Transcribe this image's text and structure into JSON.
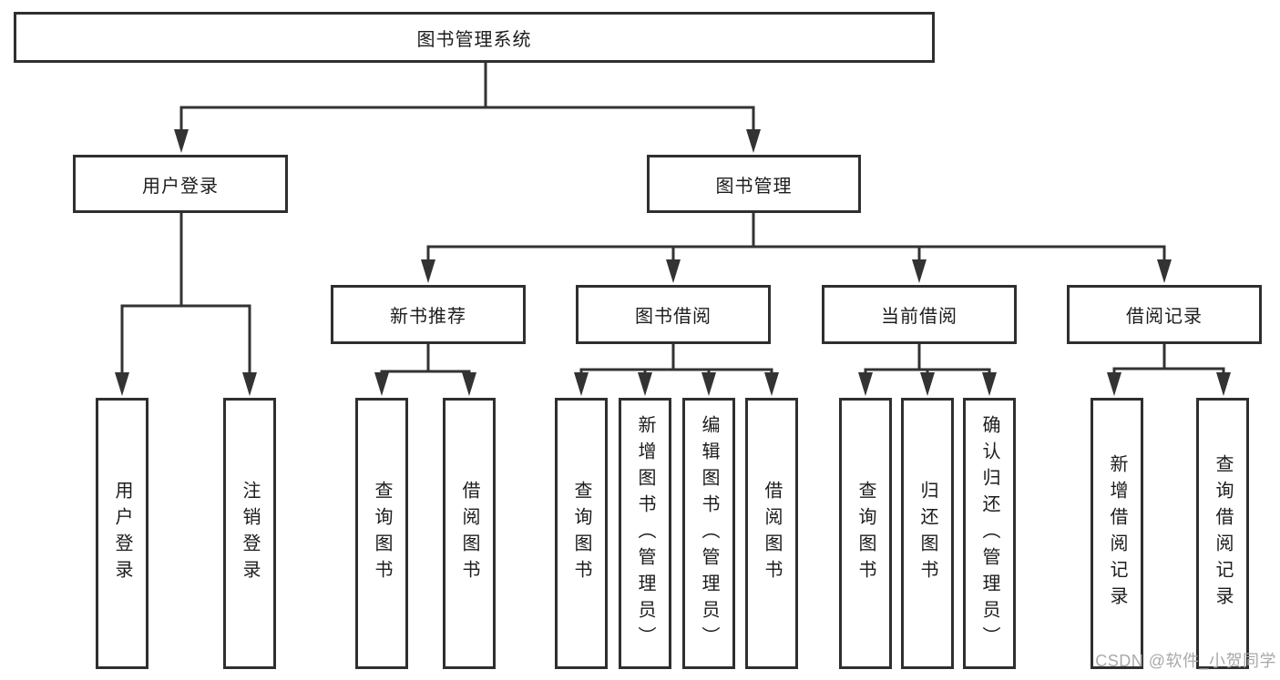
{
  "diagram": {
    "type": "hierarchy-tree",
    "colors": {
      "line": "#333333",
      "box_border": "#2f2f2f",
      "box_fill": "#ffffff",
      "text": "#1c1c1c",
      "watermark": "#a9a9a9",
      "background": "#ffffff"
    },
    "nodes": {
      "root": {
        "label": "图书管理系统"
      },
      "user_login": {
        "label": "用户登录"
      },
      "book_mgmt": {
        "label": "图书管理"
      },
      "login": {
        "label": "用户登录"
      },
      "logout": {
        "label": "注销登录"
      },
      "new_book_rec": {
        "label": "新书推荐"
      },
      "book_borrow": {
        "label": "图书借阅"
      },
      "current_borrow": {
        "label": "当前借阅"
      },
      "borrow_records": {
        "label": "借阅记录"
      },
      "rec_query": {
        "label": "查询图书"
      },
      "rec_borrow": {
        "label": "借阅图书"
      },
      "bb_query": {
        "label": "查询图书"
      },
      "bb_add": {
        "label": "新增图书（管理员）"
      },
      "bb_edit": {
        "label": "编辑图书（管理员）"
      },
      "bb_borrow": {
        "label": "借阅图书"
      },
      "cb_query": {
        "label": "查询图书"
      },
      "cb_return": {
        "label": "归还图书"
      },
      "cb_confirm": {
        "label": "确认归还（管理员）"
      },
      "br_add": {
        "label": "新增借阅记录"
      },
      "br_query": {
        "label": "查询借阅记录"
      }
    },
    "hierarchy": {
      "图书管理系统": {
        "用户登录": [
          "用户登录",
          "注销登录"
        ],
        "图书管理": {
          "新书推荐": [
            "查询图书",
            "借阅图书"
          ],
          "图书借阅": [
            "查询图书",
            "新增图书（管理员）",
            "编辑图书（管理员）",
            "借阅图书"
          ],
          "当前借阅": [
            "查询图书",
            "归还图书",
            "确认归还（管理员）"
          ],
          "借阅记录": [
            "新增借阅记录",
            "查询借阅记录"
          ]
        }
      }
    }
  },
  "watermark": {
    "text": "CSDN @软件_小贺同学"
  }
}
